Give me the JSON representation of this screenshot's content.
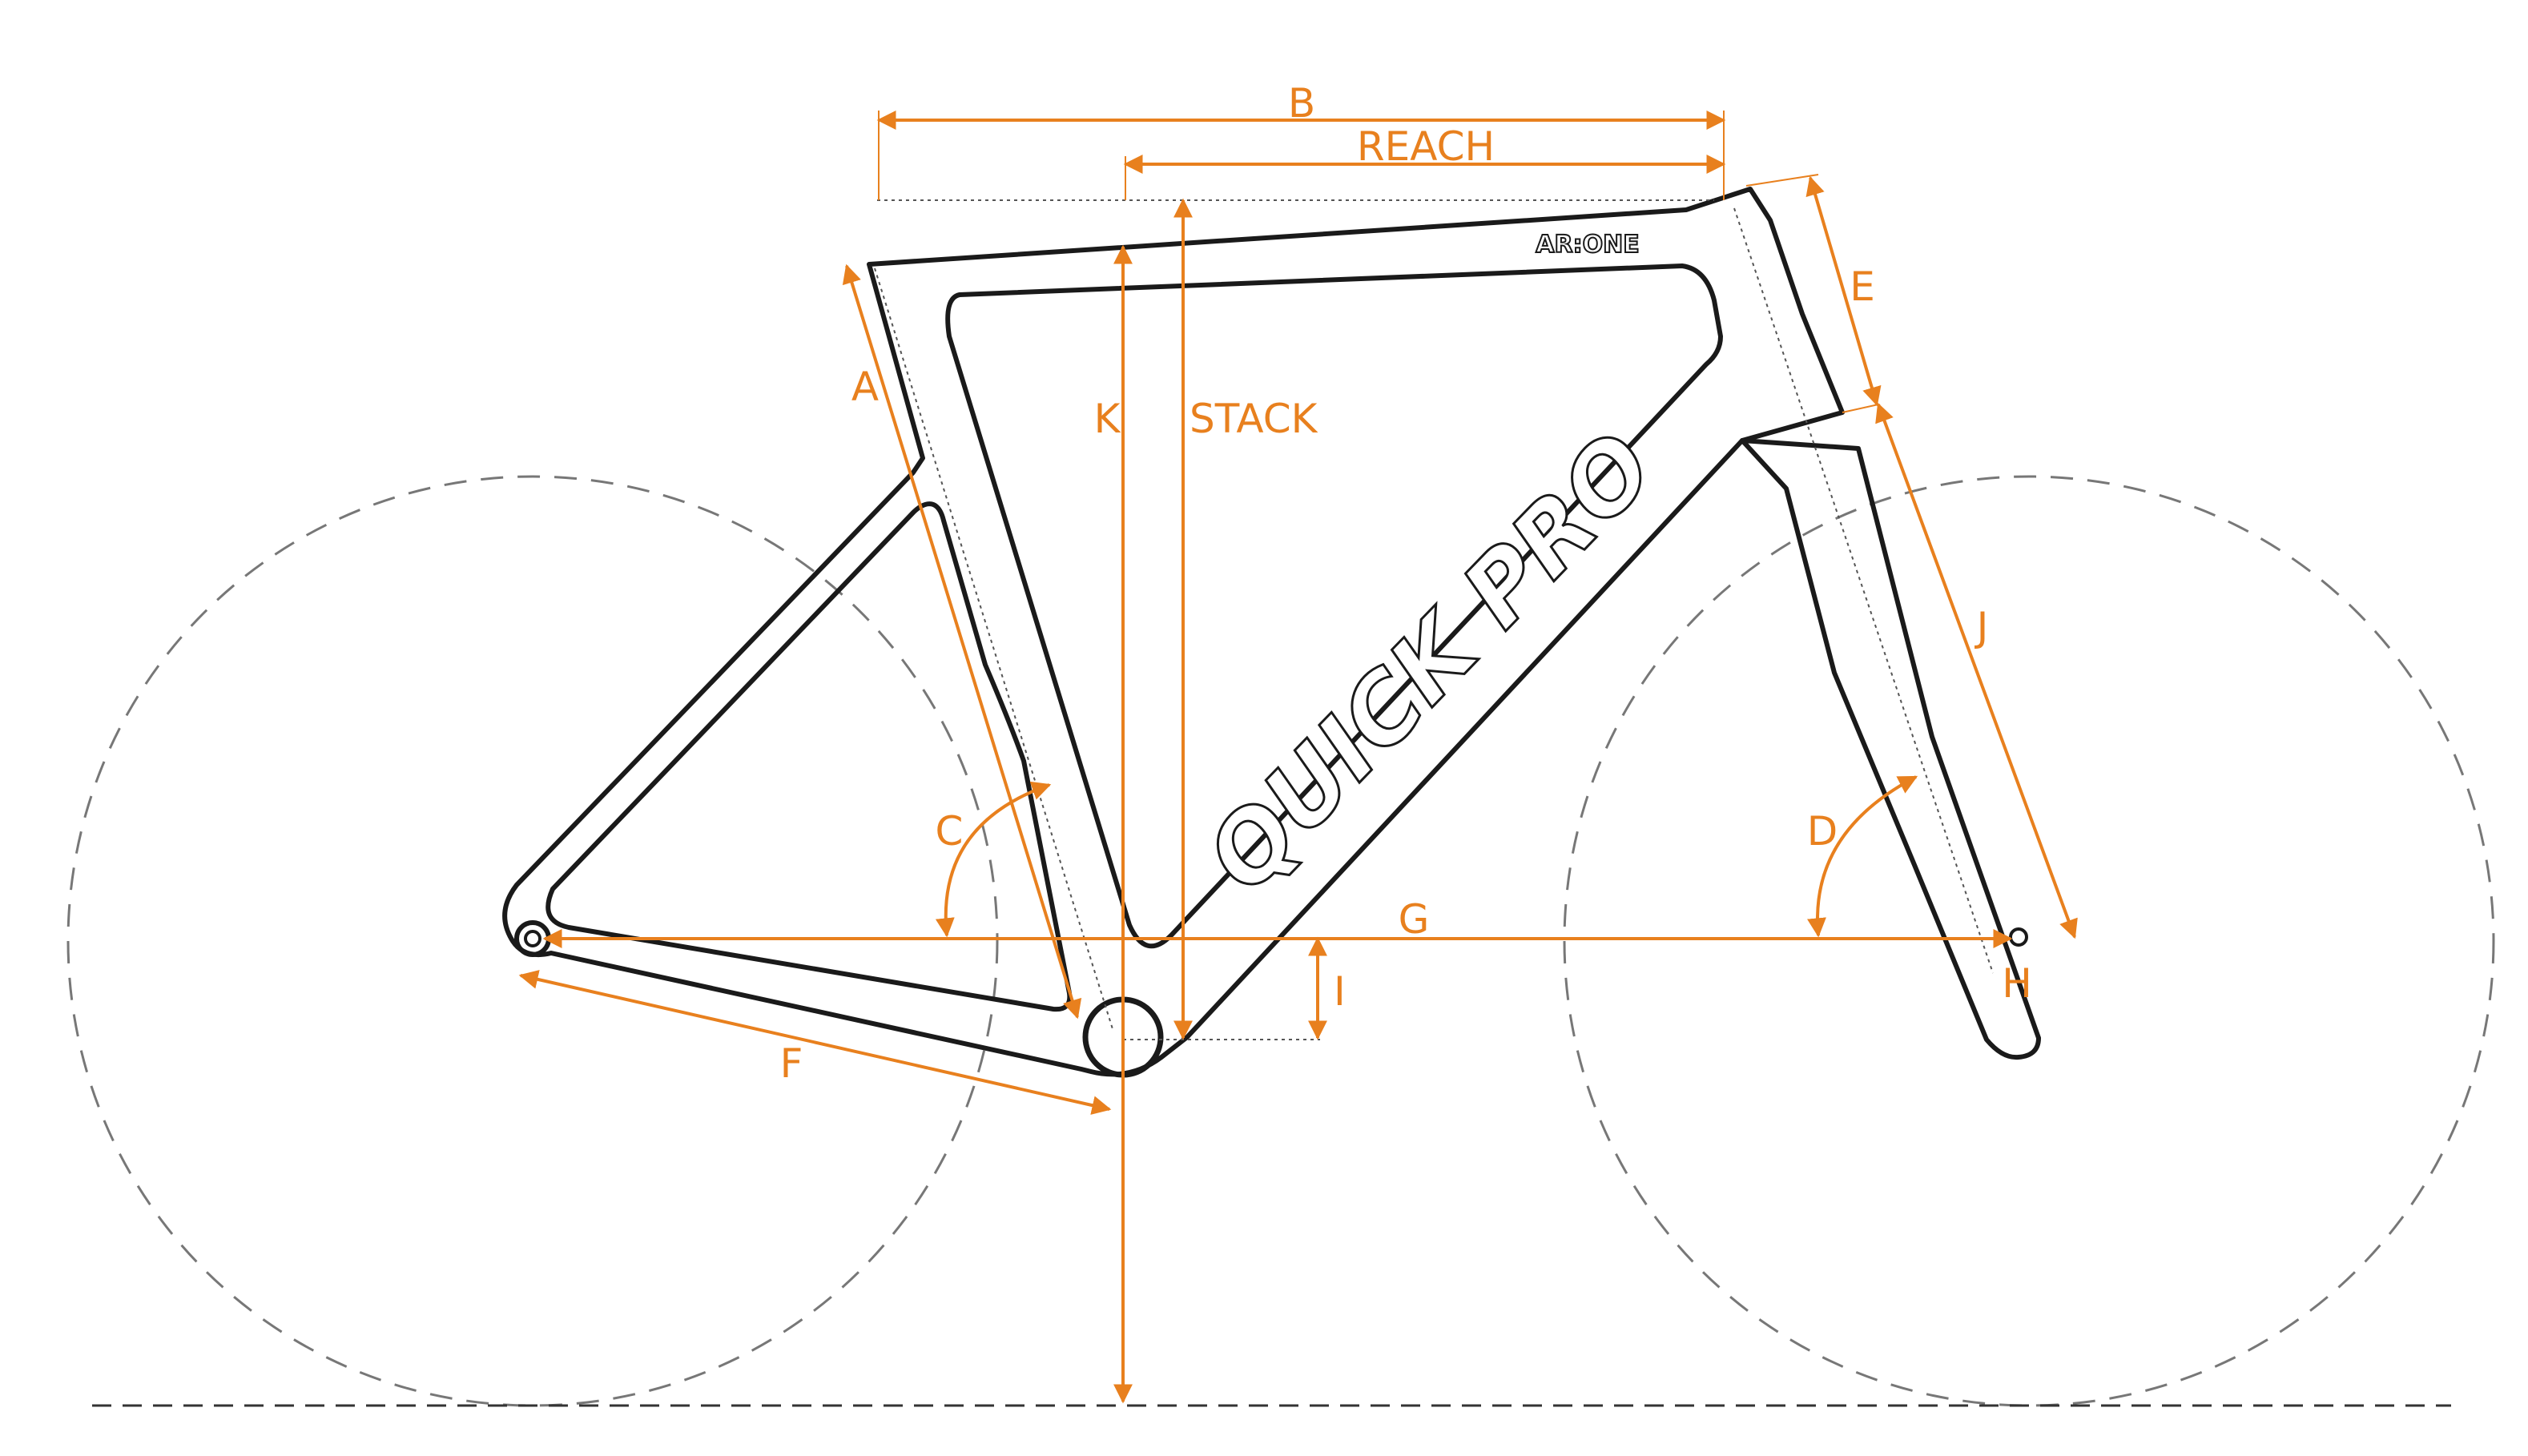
{
  "colors": {
    "accent": "#e8801e",
    "frame": "#1a1a1a",
    "wheel": "#777777",
    "ground": "#333333",
    "guide": "#555555"
  },
  "labels": {
    "a": "A",
    "b": "B",
    "c": "C",
    "d": "D",
    "e": "E",
    "f": "F",
    "g": "G",
    "h": "H",
    "i": "I",
    "j": "J",
    "k": "K",
    "reach": "REACH",
    "stack": "STACK"
  },
  "branding": {
    "model": "AR:ONE",
    "brand": "QUICK PRO"
  }
}
